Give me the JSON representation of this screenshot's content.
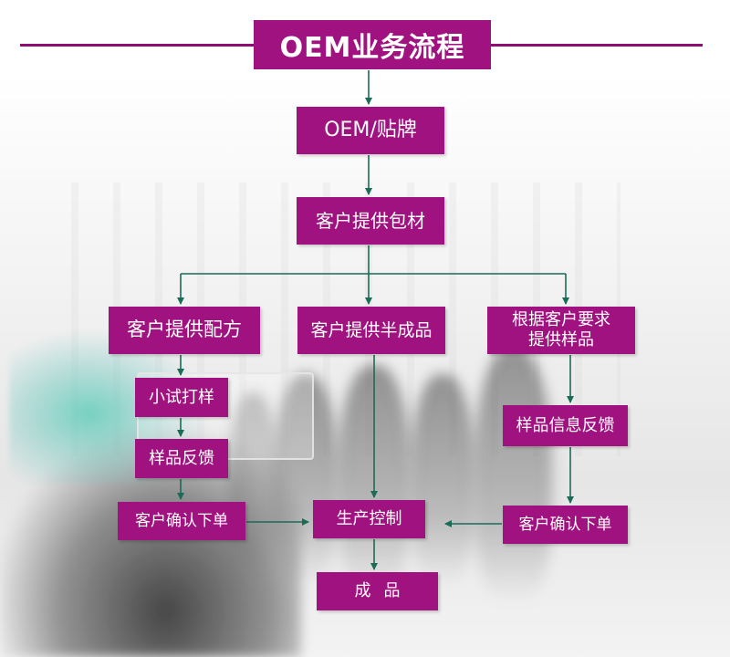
{
  "title": "OEM业务流程",
  "colors": {
    "box_fill": "#a0127f",
    "title_line": "#8f0e73",
    "connector": "#1b6b57",
    "text": "#ffffff"
  },
  "nodes": {
    "oem": "OEM/贴牌",
    "customer_packaging": "客户提供包材",
    "customer_formula": "客户提供配方",
    "customer_semi_finished": "客户提供半成品",
    "sample_by_request": [
      "根据客户要求",
      "提供样品"
    ],
    "trial_sample": "小试打样",
    "sample_feedback": "样品反馈",
    "sample_info_feedback": "样品信息反馈",
    "customer_confirm_left": "客户确认下单",
    "production_control": "生产控制",
    "customer_confirm_right": "客户确认下单",
    "finished_product": "成品"
  }
}
